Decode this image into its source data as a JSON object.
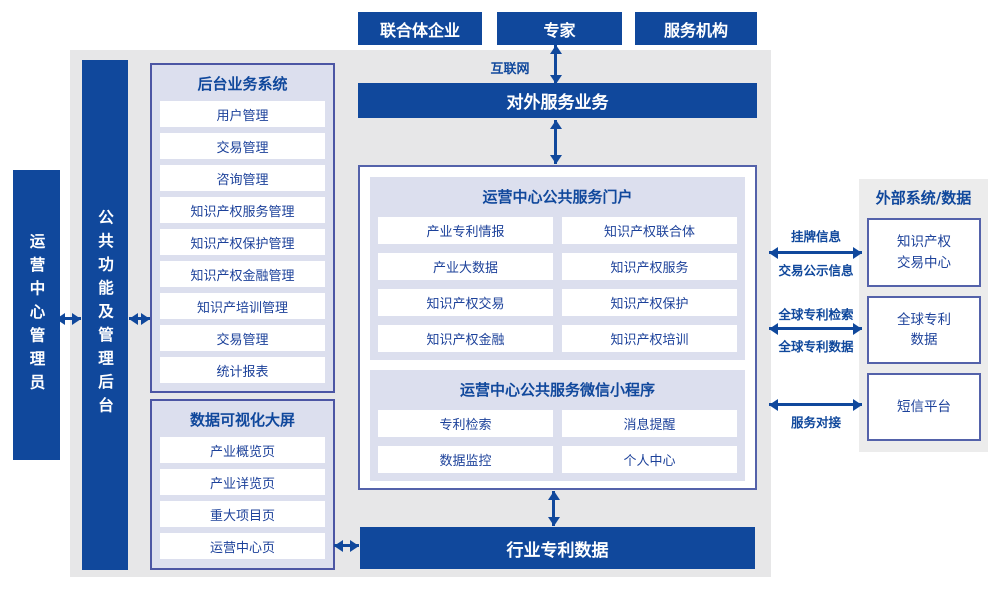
{
  "colors": {
    "primary_blue": "#10489c",
    "panel_background": "#dcdfee",
    "page_gray": "#e7e7e8",
    "item_text_blue": "#1c419a"
  },
  "top_actors": {
    "items": [
      "联合体企业",
      "专家",
      "服务机构"
    ]
  },
  "network": {
    "internet_label": "互联网"
  },
  "bars": {
    "external_service": "对外服务业务",
    "industry_patent_data": "行业专利数据"
  },
  "left": {
    "admin_bar": "运营中心管理员",
    "backend_bar": "公共功能及管理后台"
  },
  "backend_panel": {
    "title": "后台业务系统",
    "items": [
      "用户管理",
      "交易管理",
      "咨询管理",
      "知识产权服务管理",
      "知识产权保护管理",
      "知识产权金融管理",
      "知识产培训管理",
      "交易管理",
      "统计报表"
    ]
  },
  "dashboard_panel": {
    "title": "数据可视化大屏",
    "items": [
      "产业概览页",
      "产业详览页",
      "重大项目页",
      "运营中心页"
    ]
  },
  "portal": {
    "title": "运营中心公共服务门户",
    "items": [
      "产业专利情报",
      "知识产权联合体",
      "产业大数据",
      "知识产权服务",
      "知识产权交易",
      "知识产权保护",
      "知识产权金融",
      "知识产权培训"
    ]
  },
  "miniprogram": {
    "title": "运营中心公共服务微信小程序",
    "items": [
      "专利检索",
      "消息提醒",
      "数据监控",
      "个人中心"
    ]
  },
  "external": {
    "title": "外部系统/数据",
    "boxes": [
      {
        "line1": "知识产权",
        "line2": "交易中心"
      },
      {
        "line1": "全球专利",
        "line2": "数据"
      },
      {
        "line1": "短信平台",
        "line2": ""
      }
    ]
  },
  "links": {
    "listing_info": "挂牌信息",
    "trade_publicity": "交易公示信息",
    "global_patent_search": "全球专利检索",
    "global_patent_data": "全球专利数据",
    "service_connect": "服务对接"
  }
}
